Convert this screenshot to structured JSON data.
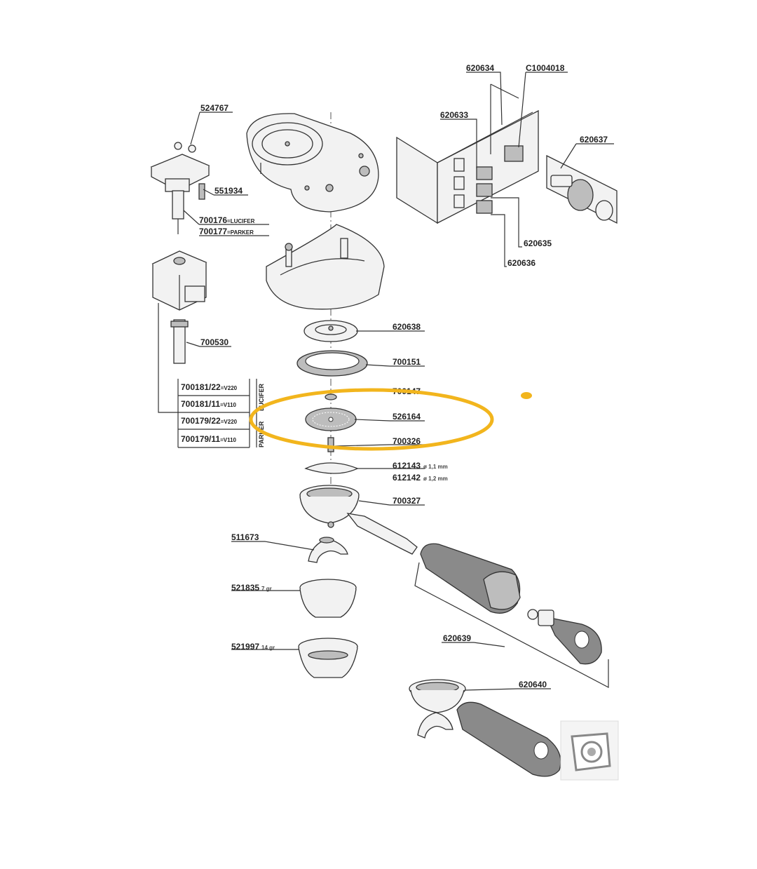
{
  "diagram": {
    "labels": {
      "l620634": "620634",
      "lC1004018": "C1004018",
      "l620633": "620633",
      "l620637": "620637",
      "l620635": "620635",
      "l620636": "620636",
      "l524767": "524767",
      "l551934": "551934",
      "l700176": "700176",
      "l700176_sub": "=LUCIFER",
      "l700177": "700177",
      "l700177_sub": "=PARKER",
      "l700530": "700530",
      "l620638": "620638",
      "l700151": "700151",
      "l700147": "700147",
      "l526164": "526164",
      "l700326": "700326",
      "l612143": "612143",
      "l612143_sub": "ø 1,1 mm",
      "l612142": "612142",
      "l612142_sub": "ø 1,2 mm",
      "l700327": "700327",
      "l511673": "511673",
      "l521835": "521835",
      "l521835_sub": "7 gr",
      "l521997": "521997",
      "l521997_sub": "14 gr",
      "l620639": "620639",
      "l620640": "620640"
    },
    "table": {
      "rows": [
        {
          "code": "700181/22",
          "sub": "=V220"
        },
        {
          "code": "700181/11",
          "sub": "=V110"
        },
        {
          "code": "700179/22",
          "sub": "=V220"
        },
        {
          "code": "700179/11",
          "sub": "=V110"
        }
      ],
      "group_lucifer": "LUCIFER",
      "group_parker": "PARKER"
    },
    "highlight_color": "#f2b51d"
  }
}
